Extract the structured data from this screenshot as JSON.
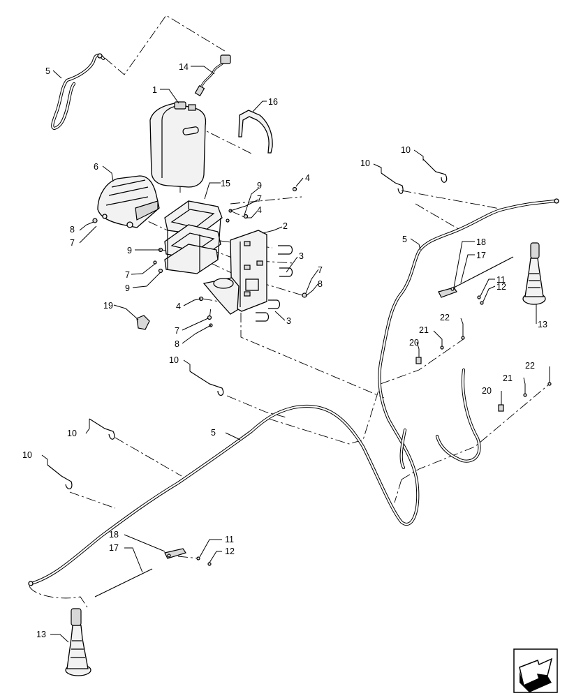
{
  "callouts": {
    "c1": "1",
    "c2": "2",
    "c3a": "3",
    "c3b": "3",
    "c4a": "4",
    "c4b": "4",
    "c4c": "4",
    "c5a": "5",
    "c5b": "5",
    "c5c": "5",
    "c6": "6",
    "c7a": "7",
    "c7b": "7",
    "c7c": "7",
    "c7d": "7",
    "c7e": "7",
    "c8a": "8",
    "c8b": "8",
    "c8c": "8",
    "c9a": "9",
    "c9b": "9",
    "c9c": "9",
    "c10a": "10",
    "c10b": "10",
    "c10c": "10",
    "c10d": "10",
    "c10e": "10",
    "c11a": "11",
    "c11b": "11",
    "c12a": "12",
    "c12b": "12",
    "c13a": "13",
    "c13b": "13",
    "c14": "14",
    "c15": "15",
    "c16": "16",
    "c17a": "17",
    "c17b": "17",
    "c18a": "18",
    "c18b": "18",
    "c19": "19",
    "c20a": "20",
    "c20b": "20",
    "c21a": "21",
    "c21b": "21",
    "c22a": "22",
    "c22b": "22"
  },
  "icons": {
    "nav": "next-page-arrow-icon"
  }
}
